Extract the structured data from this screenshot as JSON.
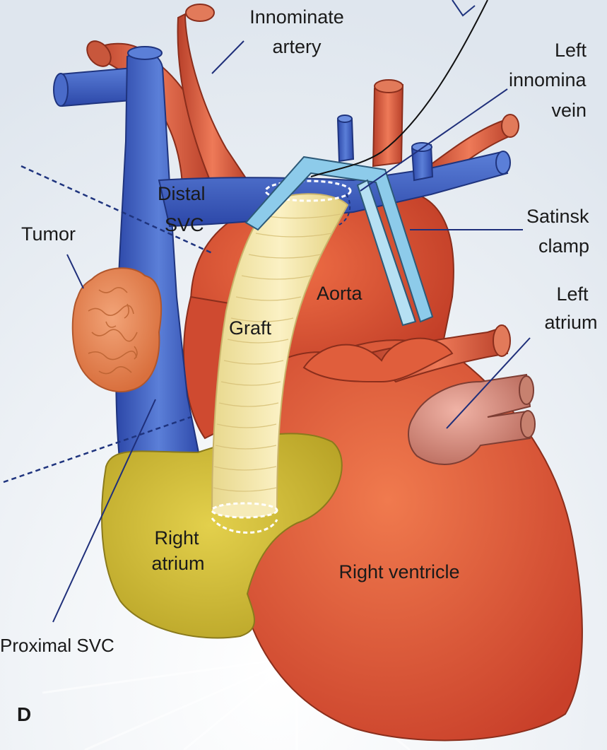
{
  "panel_letter": "D",
  "labels": {
    "innominate_artery": [
      "Innominate",
      "artery"
    ],
    "left_innominate_vein": [
      "Left",
      "innomina",
      "vein"
    ],
    "tumor": "Tumor",
    "distal_svc": [
      "Distal",
      "SVC"
    ],
    "satinsky_clamp": [
      "Satinsk",
      "clamp"
    ],
    "aorta": "Aorta",
    "graft": "Graft",
    "left_atrium": [
      "Left",
      "atrium"
    ],
    "right_atrium": [
      "Right",
      "atrium"
    ],
    "right_ventricle": "Right ventricle",
    "proximal_svc": "Proximal SVC"
  },
  "colors": {
    "background": "#e9eef4",
    "vein_blue": "#3d5fc0",
    "artery_red": "#d9583a",
    "heart_red": "#e2553a",
    "atrium_yellow": "#d8c43a",
    "graft_yellow": "#f3e6a6",
    "tumor_orange": "#e98a55",
    "clamp_blue": "#7fc3e6",
    "left_atrium_pink": "#d98b80"
  }
}
